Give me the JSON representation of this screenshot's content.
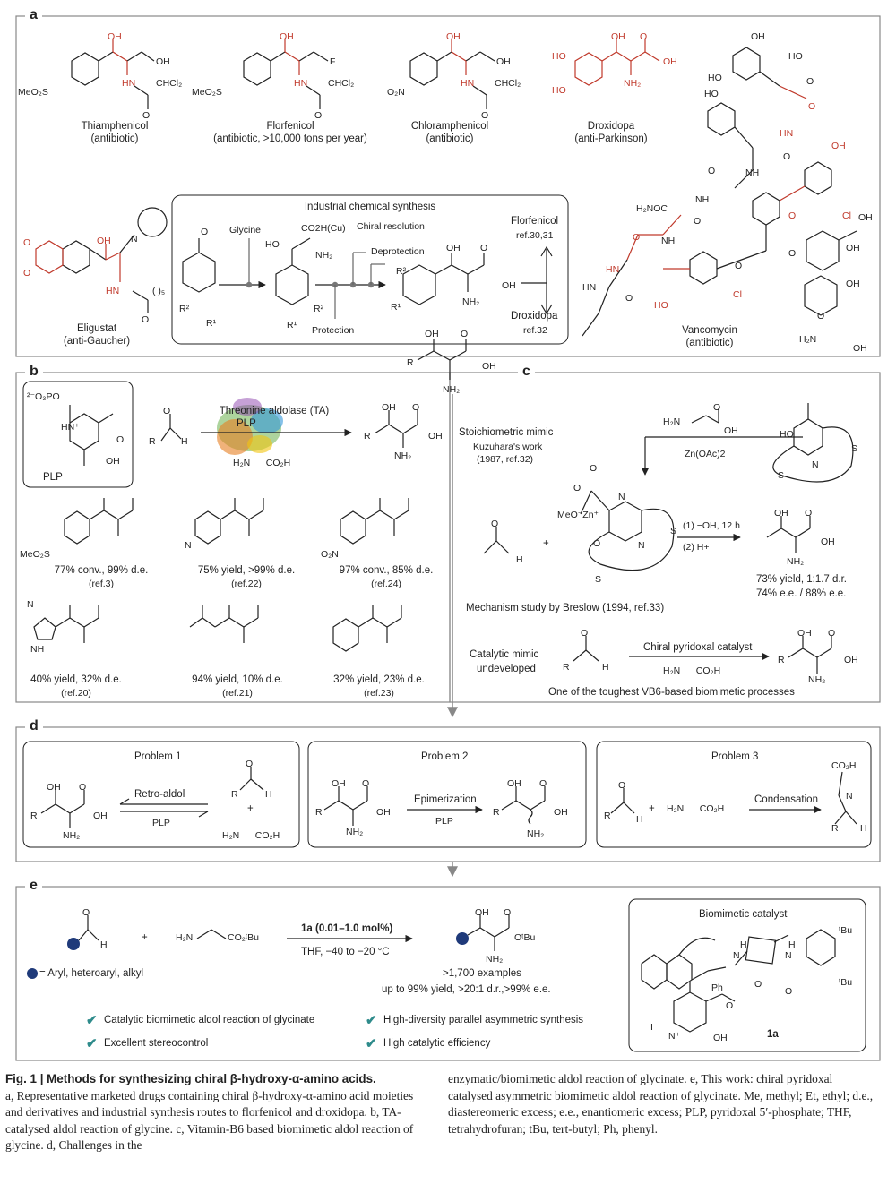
{
  "panels": {
    "a": "a",
    "b": "b",
    "c": "c",
    "d": "d",
    "e": "e"
  },
  "panel_a": {
    "drugs": [
      {
        "name": "Thiamphenicol",
        "use": "(antibiotic)"
      },
      {
        "name": "Florfenicol",
        "use": "(antibiotic, >10,000 tons per year)"
      },
      {
        "name": "Chloramphenicol",
        "use": "(antibiotic)"
      },
      {
        "name": "Droxidopa",
        "use": "(anti-Parkinson)"
      },
      {
        "name": "Eligustat",
        "use": "(anti-Gaucher)"
      },
      {
        "name": "Vancomycin",
        "use": "(antibiotic)"
      }
    ],
    "industrial": {
      "title": "Industrial chemical synthesis",
      "glycine": "Glycine",
      "chiral_resolution": "Chiral resolution",
      "deprotection": "Deprotection",
      "protection": "Protection",
      "florfenicol": "Florfenicol",
      "florfenicol_ref": "ref.30,31",
      "droxidopa": "Droxidopa",
      "droxidopa_ref": "ref.32",
      "reagent": "CO2H(Cu)"
    }
  },
  "panel_b": {
    "enzyme": "Threonine aldolase (TA)",
    "cofactor": "PLP",
    "plp_label": "PLP",
    "examples": [
      {
        "result": "77% conv., 99% d.e.",
        "ref": "(ref.3)"
      },
      {
        "result": "75% yield, >99% d.e.",
        "ref": "(ref.22)"
      },
      {
        "result": "97% conv., 85% d.e.",
        "ref": "(ref.24)"
      },
      {
        "result": "40% yield, 32% d.e.",
        "ref": "(ref.20)"
      },
      {
        "result": "94% yield, 10% d.e.",
        "ref": "(ref.21)"
      },
      {
        "result": "32% yield, 23% d.e.",
        "ref": "(ref.23)"
      }
    ]
  },
  "panel_c": {
    "stoich": "Stoichiometric mimic",
    "kuzuhara": "Kuzuhara's work",
    "kuzuhara_ref": "(1987, ref.32)",
    "zinc": "Zn(OAc)2",
    "cond1": "(1) −OH, 12 h",
    "cond2": "(2) H+",
    "yield1": "73% yield, 1:1.7 d.r.",
    "yield2": "74% e.e. / 88% e.e.",
    "breslow": "Mechanism study by Breslow (1994, ref.33)",
    "catalytic": "Catalytic mimic",
    "undeveloped": "undeveloped",
    "chiral_cat": "Chiral pyridoxal catalyst",
    "toughest": "One of the toughest VB6-based biomimetic processes"
  },
  "panel_d": {
    "problems": [
      {
        "title": "Problem 1",
        "arrow": "Retro-aldol",
        "sub": "PLP"
      },
      {
        "title": "Problem 2",
        "arrow": "Epimerization",
        "sub": "PLP"
      },
      {
        "title": "Problem 3",
        "arrow": "Condensation",
        "sub": ""
      }
    ]
  },
  "panel_e": {
    "catalyst_load": "1a (0.01–1.0 mol%)",
    "solvent": "THF, −40 to −20 °C",
    "legend": "= Aryl, heteroaryl, alkyl",
    "examples": ">1,700 examples",
    "yield": "up to 99% yield, >20:1 d.r.,>99% e.e.",
    "box_title": "Biomimetic catalyst",
    "cat_label": "1a",
    "checks": [
      "Catalytic biomimetic aldol reaction of glycinate",
      "Excellent stereocontrol",
      "High-diversity parallel asymmetric synthesis",
      "High catalytic efficiency"
    ]
  },
  "caption": {
    "title": "Fig. 1 | Methods for synthesizing chiral β-hydroxy-α-amino acids.",
    "col1": "a, Representative marketed drugs containing chiral β-hydroxy-α-amino acid moieties and derivatives and industrial synthesis routes to florfenicol and droxidopa. b, TA-catalysed aldol reaction of glycine. c, Vitamin-B6 based biomimetic aldol reaction of glycine. d, Challenges in the",
    "col2": "enzymatic/biomimetic aldol reaction of glycinate. e, This work: chiral pyridoxal catalysed asymmetric biomimetic aldol reaction of glycinate. Me, methyl; Et, ethyl; d.e., diastereomeric excess; e.e., enantiomeric excess; PLP, pyridoxal 5′-phosphate; THF, tetrahydrofuran; tBu, tert-butyl; Ph, phenyl."
  }
}
